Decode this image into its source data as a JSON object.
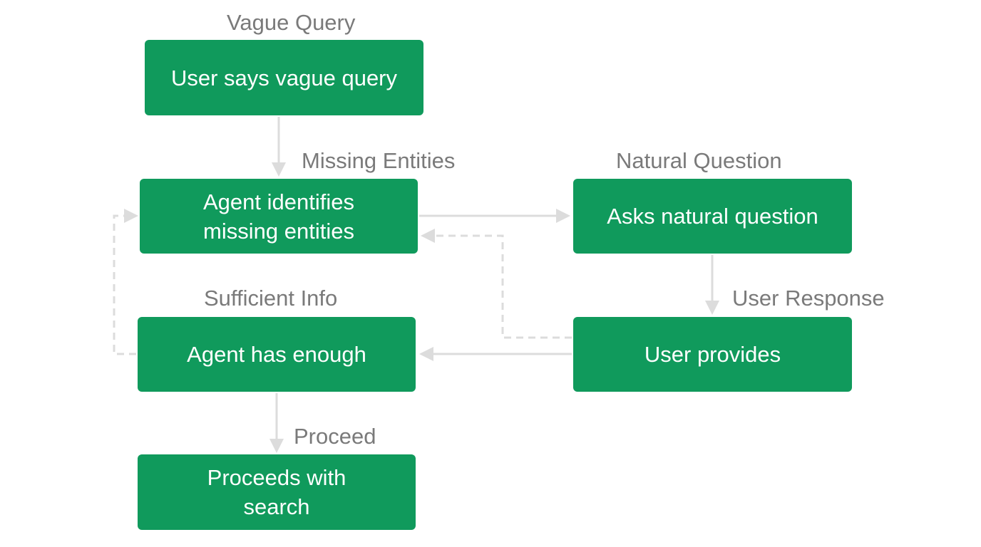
{
  "nodes": {
    "vague": "User says vague query",
    "identify": "Agent identifies\nmissing entities",
    "ask": "Asks natural question",
    "enough": "Agent has enough",
    "provides": "User provides",
    "proceeds": "Proceeds with\nsearch"
  },
  "labels": {
    "vague": "Vague Query",
    "missing": "Missing Entities",
    "natural": "Natural Question",
    "sufficient": "Sufficient Info",
    "response": "User Response",
    "proceed": "Proceed"
  },
  "colors": {
    "node_fill": "#109a5c",
    "node_text": "#ffffff",
    "label_text": "#7a7a7a",
    "connector": "#dcdcdc"
  }
}
